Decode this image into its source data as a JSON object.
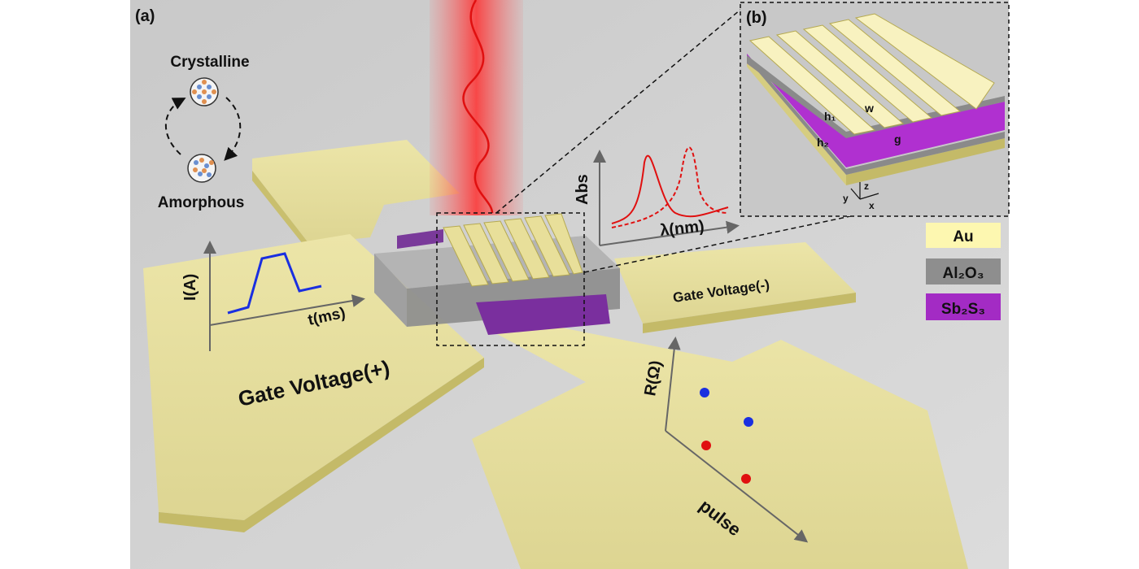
{
  "panel_a": {
    "label": "(a)",
    "phase_top": "Crystalline",
    "phase_bottom": "Amorphous",
    "gate_plus": "Gate Voltage(+)",
    "gate_minus": "Gate Voltage(-)",
    "iplot": {
      "ylabel": "I(A)",
      "xlabel": "t(ms)"
    },
    "absplot": {
      "ylabel": "Abs",
      "xlabel": "λ(nm)"
    },
    "rplot": {
      "ylabel": "R(Ω)",
      "xlabel": "pulse"
    }
  },
  "panel_b": {
    "label": "(b)",
    "h1": "h₁",
    "h2": "h₂",
    "w": "w",
    "g": "g",
    "axes": {
      "x": "x",
      "y": "y",
      "z": "z"
    }
  },
  "legend": [
    {
      "label": "Au",
      "color": "#fdf7b0"
    },
    {
      "label": "Al₂O₃",
      "color": "#8e8e8e"
    },
    {
      "label": "Sb₂S₃",
      "color": "#a32bc4"
    }
  ],
  "colors": {
    "gold": "#e8e0a0",
    "purple": "#8a2fa6",
    "laser": "#ff2020",
    "blue_line": "#1a2fe0"
  }
}
